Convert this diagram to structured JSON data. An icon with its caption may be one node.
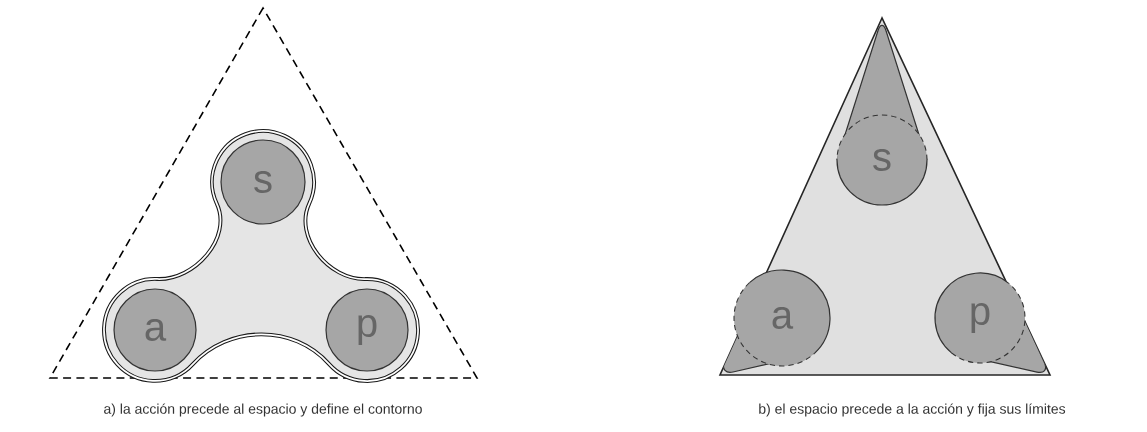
{
  "diagram": {
    "nodes": [
      {
        "text": [],
        "shape": "triangle"
      },
      {
        "text": [],
        "shape": "blob",
        "in": 0
      },
      {
        "text": [
          "s"
        ],
        "in": 1
      },
      {
        "text": [
          "a"
        ],
        "in": 1
      },
      {
        "text": [
          "p"
        ],
        "in": 1
      },
      {
        "text": [],
        "shape": "triangle"
      },
      {
        "text": [
          "s"
        ],
        "in": 5
      },
      {
        "text": [
          "a"
        ],
        "in": 5
      },
      {
        "text": [
          "p"
        ],
        "in": 5
      }
    ],
    "labels": [
      "a) la acción precede al espacio y define el contorno",
      "b) el espacio precede a la acción y fija sus límites"
    ]
  }
}
